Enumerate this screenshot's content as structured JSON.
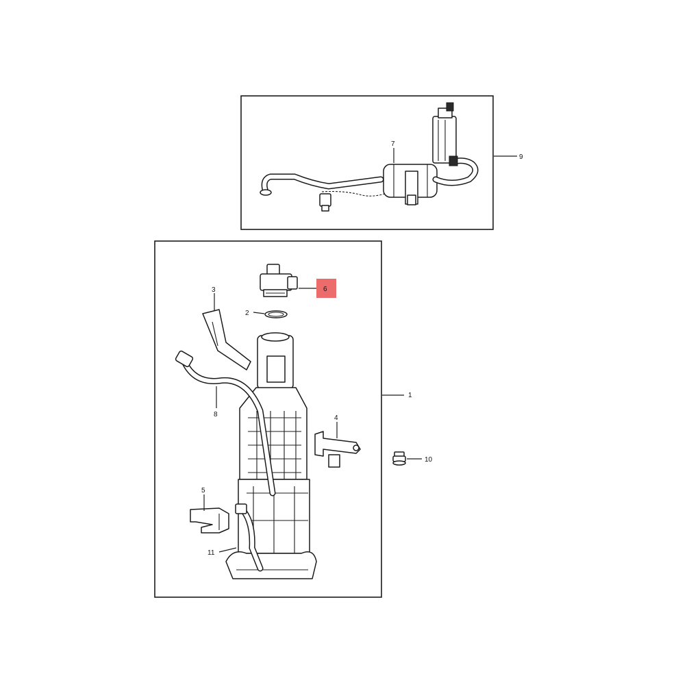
{
  "callouts": [
    {
      "id": "1",
      "label": "1"
    },
    {
      "id": "2",
      "label": "2"
    },
    {
      "id": "3",
      "label": "3"
    },
    {
      "id": "4",
      "label": "4"
    },
    {
      "id": "5",
      "label": "5"
    },
    {
      "id": "6",
      "label": "6",
      "highlighted": true
    },
    {
      "id": "7",
      "label": "7"
    },
    {
      "id": "8",
      "label": "8"
    },
    {
      "id": "9",
      "label": "9"
    },
    {
      "id": "10",
      "label": "10"
    },
    {
      "id": "11",
      "label": "11"
    }
  ],
  "colors": {
    "line": "#1a1a1a",
    "highlight": "#ec6b6b",
    "background": "#ffffff"
  }
}
